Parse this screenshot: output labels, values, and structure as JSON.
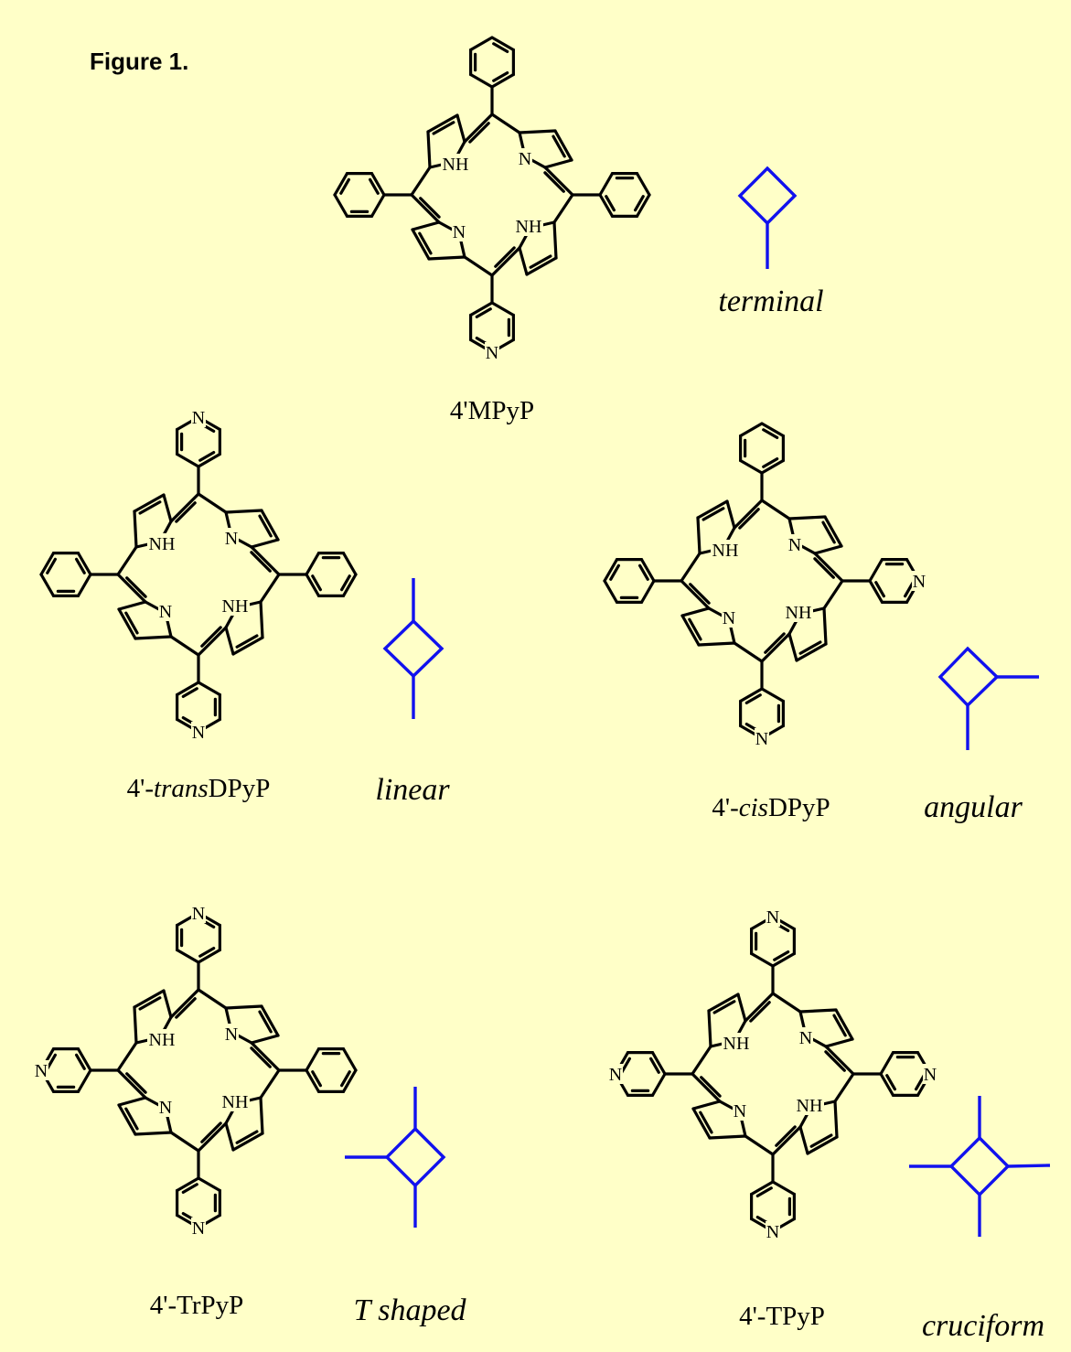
{
  "figure_title": "Figure 1.",
  "molecules": [
    {
      "label": "4'MPyP",
      "shape_label": "terminal",
      "substituents": {
        "top": "phenyl",
        "left": "phenyl",
        "right": "phenyl",
        "bottom": "pyridyl"
      }
    },
    {
      "label_prefix": "4'-",
      "label_italic": "trans",
      "label_suffix": "DPyP",
      "shape_label": "linear",
      "substituents": {
        "top": "pyridyl",
        "left": "phenyl",
        "right": "phenyl",
        "bottom": "pyridyl"
      }
    },
    {
      "label_prefix": "4'-",
      "label_italic": "cis",
      "label_suffix": "DPyP",
      "shape_label": "angular",
      "substituents": {
        "top": "phenyl",
        "left": "phenyl",
        "right": "pyridyl",
        "bottom": "pyridyl"
      }
    },
    {
      "label": "4'-TrPyP",
      "shape_label": "T shaped",
      "substituents": {
        "top": "pyridyl",
        "left": "pyridyl",
        "right": "phenyl",
        "bottom": "pyridyl"
      }
    },
    {
      "label": "4'-TPyP",
      "shape_label": "cruciform",
      "substituents": {
        "top": "pyridyl",
        "left": "pyridyl",
        "right": "pyridyl",
        "bottom": "pyridyl"
      }
    }
  ],
  "atom_labels": {
    "nh": "NH",
    "n": "N"
  },
  "colors": {
    "background": "#FFFFC8",
    "structure": "#000000",
    "schematic": "#1111EE"
  }
}
